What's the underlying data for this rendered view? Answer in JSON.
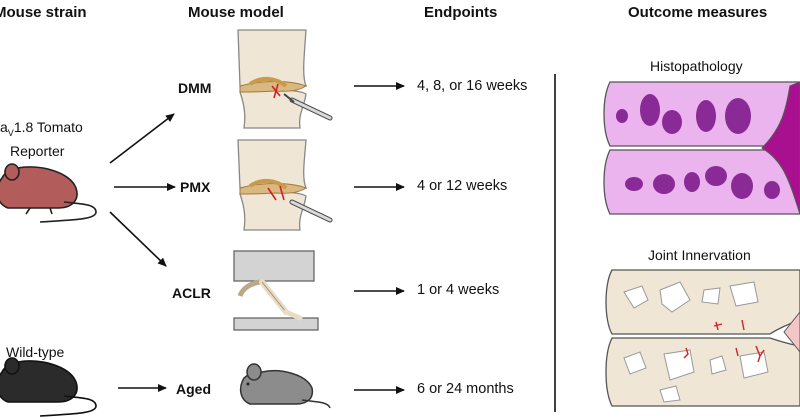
{
  "headers": {
    "strain": "Mouse strain",
    "model": "Mouse model",
    "endpoints": "Endpoints",
    "outcomes": "Outcome measures"
  },
  "strains": {
    "reporter_line1": "a",
    "reporter_sub": "V",
    "reporter_line1_rest": "1.8 Tomato",
    "reporter_line2": "Reporter",
    "wildtype": "Wild-type"
  },
  "models": {
    "dmm": "DMM",
    "pmx": "PMX",
    "aclr": "ACLR",
    "aged": "Aged"
  },
  "endpoints": {
    "dmm": "4, 8, or 16 weeks",
    "pmx": "4 or 12 weeks",
    "aclr": "1 or 4 weeks",
    "aged": "6 or 24 months"
  },
  "outcomes": {
    "histo": "Histopathology",
    "innervation": "Joint Innervation"
  },
  "colors": {
    "reporter_mouse": "#b25c5c",
    "wt_mouse": "#2b2b2b",
    "aged_mouse": "#8c8c8c",
    "histo_pink": "#ecb4ee",
    "histo_dots": "#8a2a96",
    "meniscus": "#a8108f",
    "joint_beige": "#efe6d6",
    "bone": "#ece5d9",
    "nerve_red": "#d42020"
  }
}
